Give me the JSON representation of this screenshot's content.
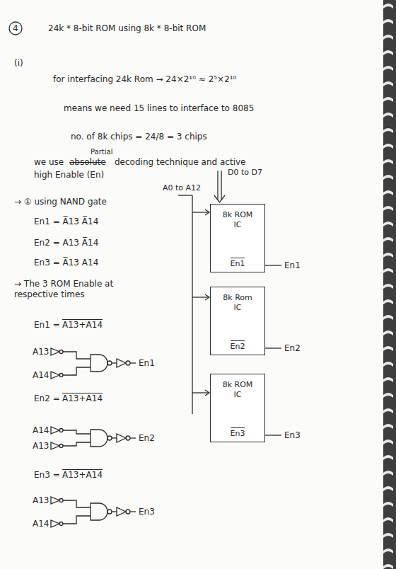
{
  "diagram": {
    "title": "24k * 8-bit ROM using 8k * 8-bit ROM",
    "nodes": [
      {
        "text": [
          "8k ROM IC",
          "En1"
        ]
      },
      {
        "text": [
          "8k Rom IC",
          "En2"
        ]
      },
      {
        "text": [
          "8k ROM IC",
          "En3"
        ]
      }
    ],
    "labels": [
      "4",
      "(i)",
      "for interfacing 24k Rom → 24×2¹⁰ ≈ 2⁵×2¹⁰",
      "means we need 15 lines to interface to 8085",
      "no. of 8k chips = 24/8 = 3 chips",
      "Partial",
      "we use",
      "absolute",
      "decoding technique and active",
      "high Enable (En)",
      "→ ① using NAND gate",
      "En1 = A̅13 A̅14",
      "En2 = A13 A̅14",
      "En3 = A̅13 A14",
      "→ The 3 ROM Enable at respective times",
      "En1 =",
      "A13+A14",
      "A13",
      "A14",
      "En1",
      "En2 =",
      "A13+A14",
      "A14",
      "A13",
      "En2",
      "En3 =",
      "A13+A14",
      "A13",
      "A14",
      "En3",
      "D0 to D7",
      "A0 to A12",
      "En1",
      "En2",
      "En3"
    ]
  }
}
